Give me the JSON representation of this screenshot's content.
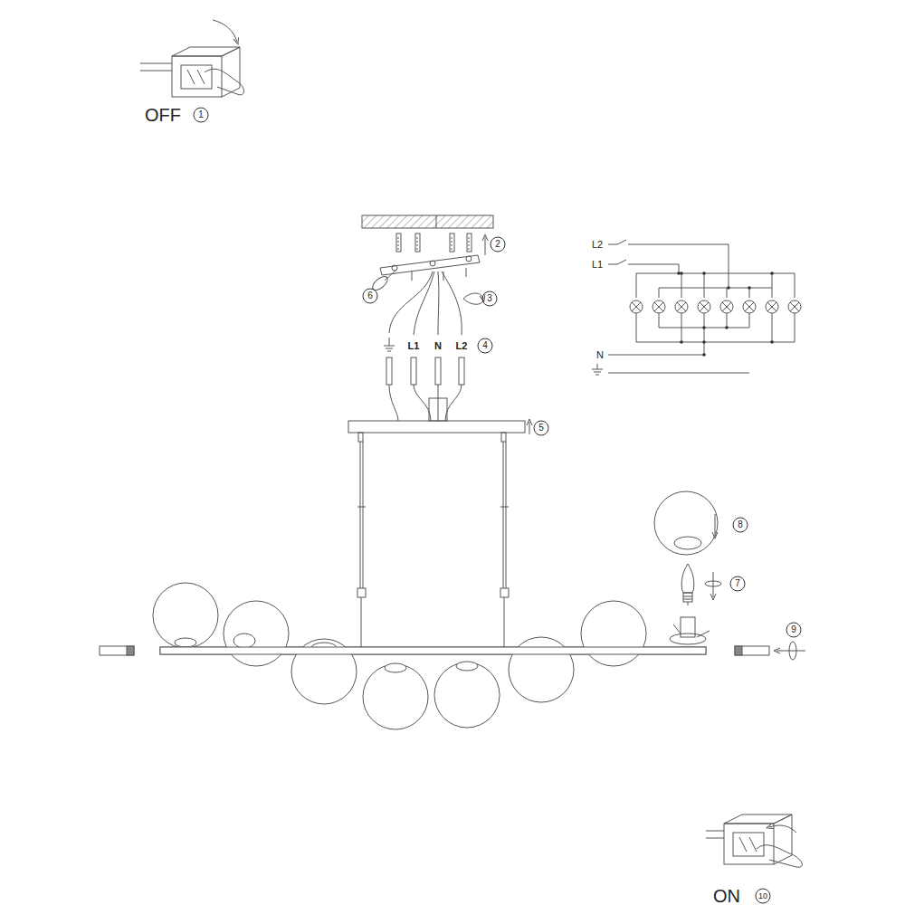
{
  "diagram": {
    "labels": [
      "OFF",
      "1",
      "2",
      "3",
      "4",
      "5",
      "6",
      "7",
      "8",
      "9",
      "ON",
      "10",
      "L1",
      "N",
      "L2",
      "L2",
      "L1",
      "N"
    ]
  }
}
